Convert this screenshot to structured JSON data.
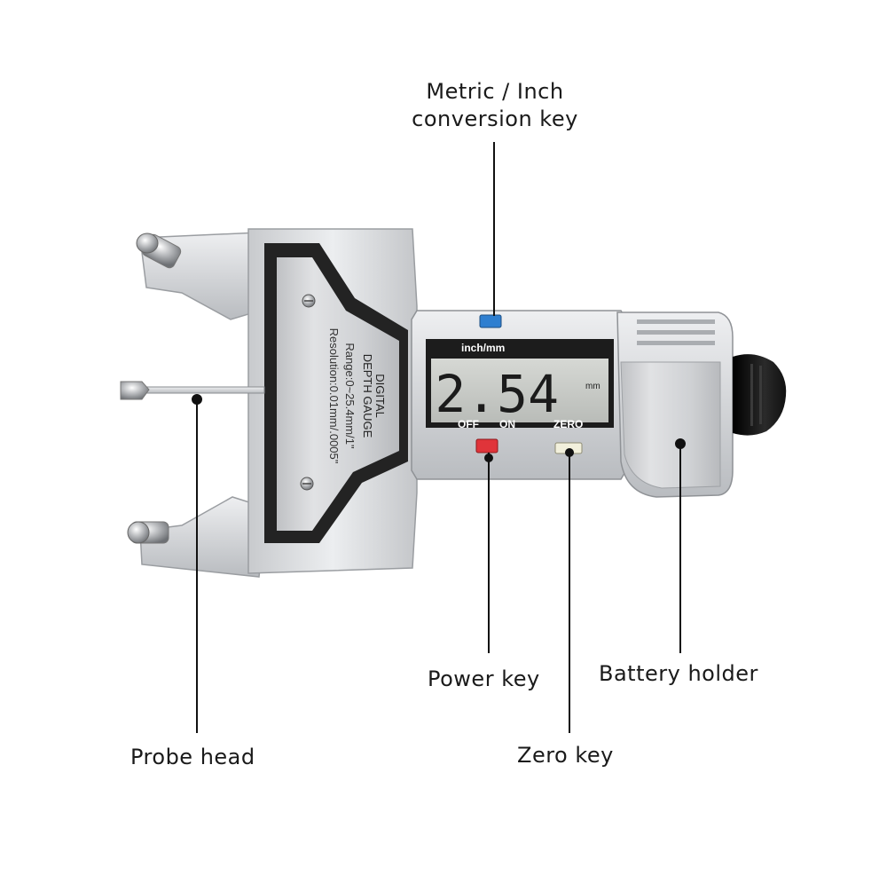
{
  "diagram": {
    "callouts": {
      "metric_inch_key": "Metric / Inch\nconversion key",
      "power_key": "Power key",
      "battery_holder": "Battery holder",
      "probe_head": "Probe head",
      "zero_key": "Zero key"
    },
    "device": {
      "body_text": {
        "line1": "DIGITAL",
        "line2": "DEPTH GAUGE",
        "line3": "Range:0~25.4mm/1\"",
        "line4": "Resolution:0.01mm/.0005\""
      },
      "display": {
        "unit_header": "inch/mm",
        "reading": "2.54",
        "unit": "mm",
        "button_labels": {
          "off": "OFF",
          "on": "ON",
          "zero": "ZERO"
        }
      }
    },
    "colors": {
      "metric_key": "#2f7fd0",
      "power_key": "#e0343a",
      "zero_key": "#f2f0dc",
      "lcd_background": "#c9ccc8",
      "body_silver": "#d8d9db",
      "frame_dark": "#222222"
    }
  }
}
